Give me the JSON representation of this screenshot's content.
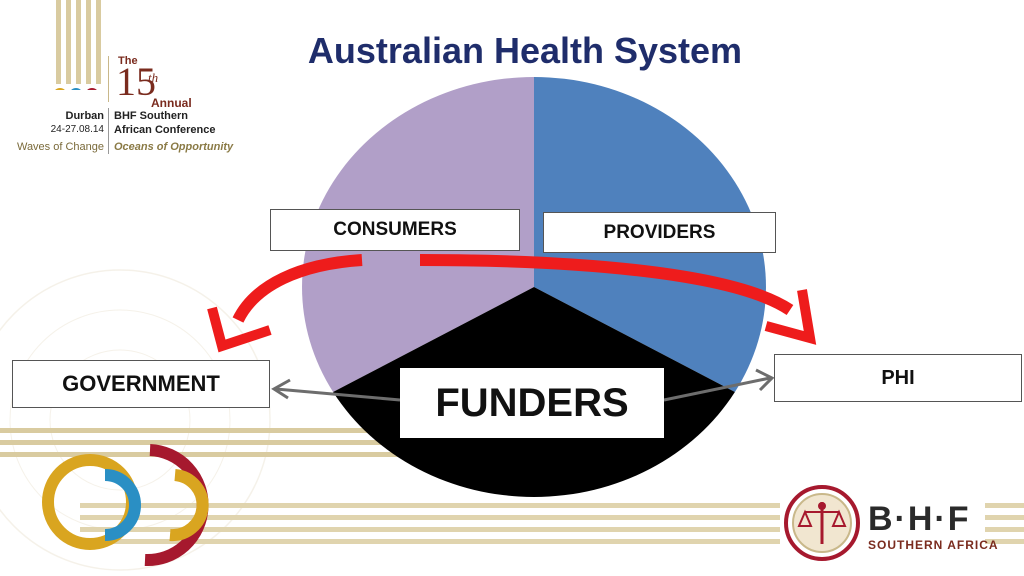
{
  "title": "Australian Health System",
  "logo": {
    "the": "The",
    "number": "15",
    "suffix": "th",
    "annual": "Annual",
    "city": "Durban",
    "dates": "24-27.08.14",
    "org": "BHF Southern",
    "conference": "African Conference",
    "tagline_left": "Waves of Change",
    "tagline_right": "Oceans of Opportunity"
  },
  "diagram": {
    "consumers": "CONSUMERS",
    "providers": "PROVIDERS",
    "funders": "FUNDERS",
    "government": "GOVERNMENT",
    "phi": "PHI"
  },
  "brand": {
    "name": "B·H·F",
    "subtitle": "SOUTHERN AFRICA"
  },
  "colors": {
    "consumers_slice": "#b19fc8",
    "providers_slice": "#4f81bd",
    "funders_slice": "#000000",
    "arrow_red": "#ee1c1c",
    "arrow_gray": "#6d6d6d",
    "title": "#1f2d6b"
  }
}
